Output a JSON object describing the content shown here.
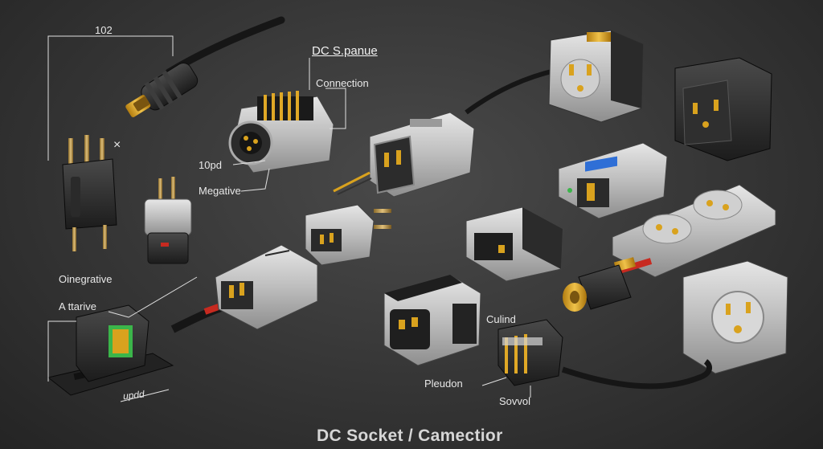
{
  "labels": {
    "dim_102": "102",
    "title": "DC S.panue",
    "connection": "Connection",
    "x_mark": "×",
    "tond": "10pd",
    "megative": "Megative",
    "oinegrative": "Oinegrative",
    "attarive": "A ttarive",
    "updd": "updd",
    "culind": "Culind",
    "pleudon": "Pleudon",
    "sovvol": "Sovvol"
  },
  "footer": {
    "title": "DC Socket / Camectior"
  },
  "colors": {
    "background": "#353535",
    "cable": "#1a1a1a",
    "metal": "#c9c9c9",
    "dark_plastic": "#2d2d2d",
    "gold": "#d9a21e",
    "red_wire": "#c72a20",
    "green_contact": "#3bb54a",
    "blue_screen": "#2f6fd6"
  }
}
